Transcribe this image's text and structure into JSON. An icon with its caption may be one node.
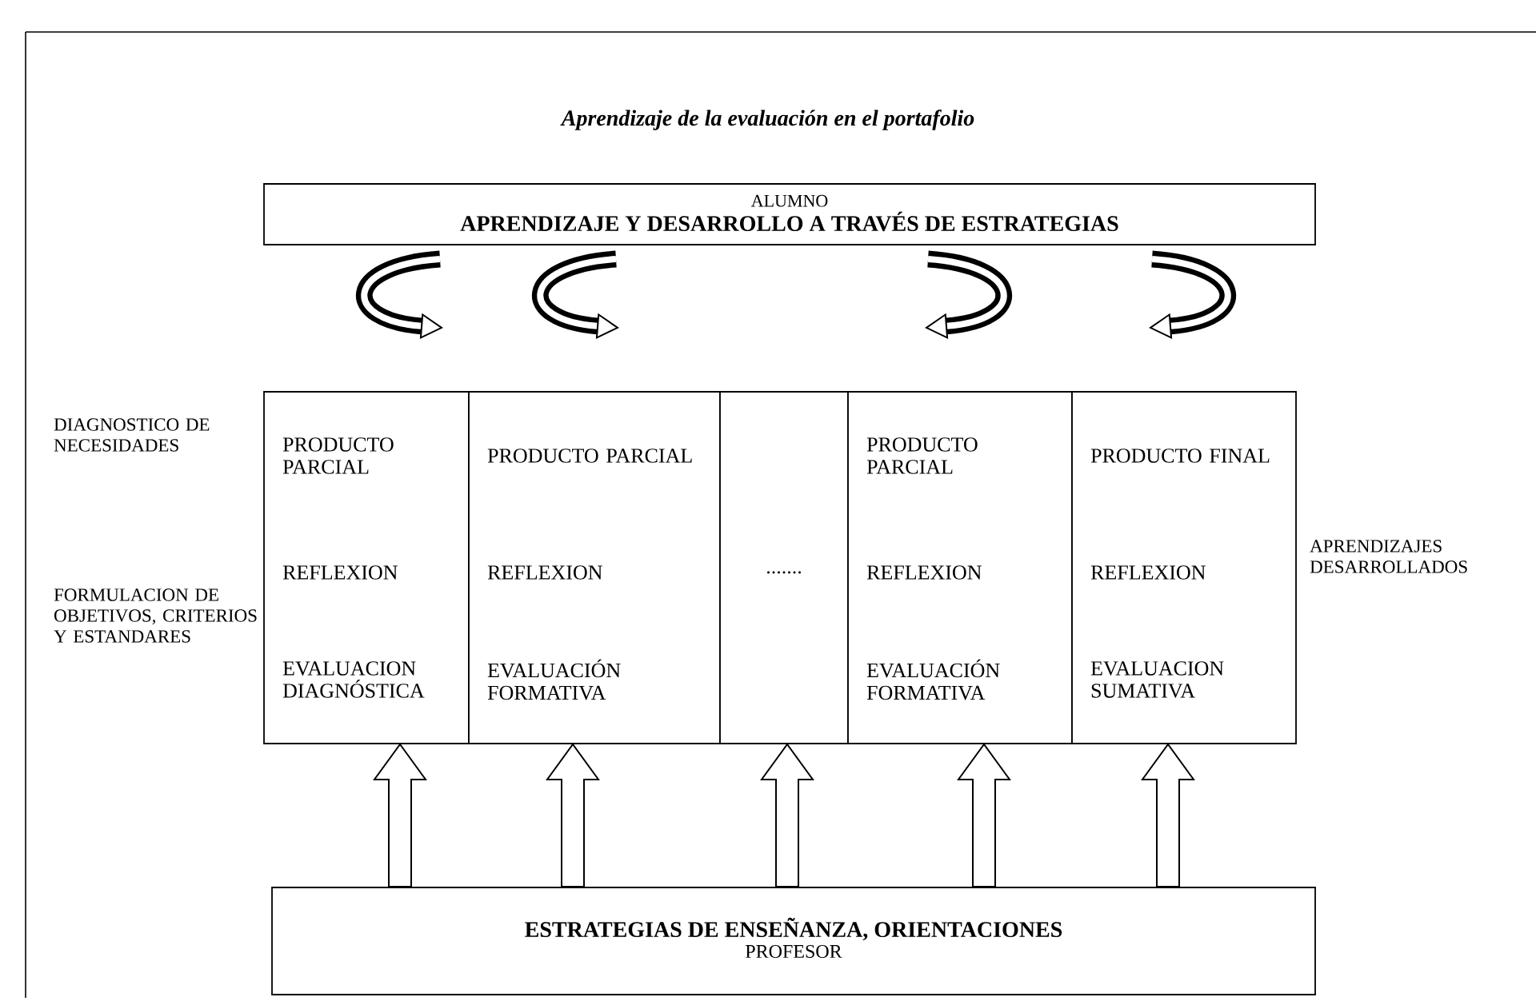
{
  "diagram": {
    "title": "Aprendizaje de la evaluación en el portafolio",
    "nodes": [
      {
        "text": [
          "ALUMNO",
          "APRENDIZAJE Y DESARROLLO A TRAVÉS DE ESTRATEGIAS"
        ]
      },
      {
        "text": [
          "PRODUCTO PARCIAL",
          "REFLEXION",
          "EVALUACION DIAGNÓSTICA"
        ]
      },
      {
        "text": [
          "PRODUCTO PARCIAL",
          "REFLEXION",
          "EVALUACIÓN FORMATIVA"
        ]
      },
      {
        "text": [
          "......."
        ]
      },
      {
        "text": [
          "PRODUCTO PARCIAL",
          "REFLEXION",
          "EVALUACIÓN FORMATIVA"
        ]
      },
      {
        "text": [
          "PRODUCTO FINAL",
          "REFLEXION",
          "EVALUACION SUMATIVA"
        ]
      },
      {
        "text": [
          "ESTRATEGIAS DE ENSEÑANZA, ORIENTACIONES",
          "PROFESOR"
        ]
      }
    ],
    "edges": [
      {
        "from": 6,
        "to": 1,
        "arrow": "to"
      },
      {
        "from": 6,
        "to": 2,
        "arrow": "to"
      },
      {
        "from": 6,
        "to": 3,
        "arrow": "to"
      },
      {
        "from": 6,
        "to": 4,
        "arrow": "to"
      },
      {
        "from": 6,
        "to": 5,
        "arrow": "to"
      }
    ],
    "labels": [
      "DIAGNOSTICO DE NECESIDADES",
      "FORMULACION DE OBJETIVOS, CRITERIOS Y ESTANDARES",
      "APRENDIZAJES DESARROLLADOS"
    ]
  }
}
